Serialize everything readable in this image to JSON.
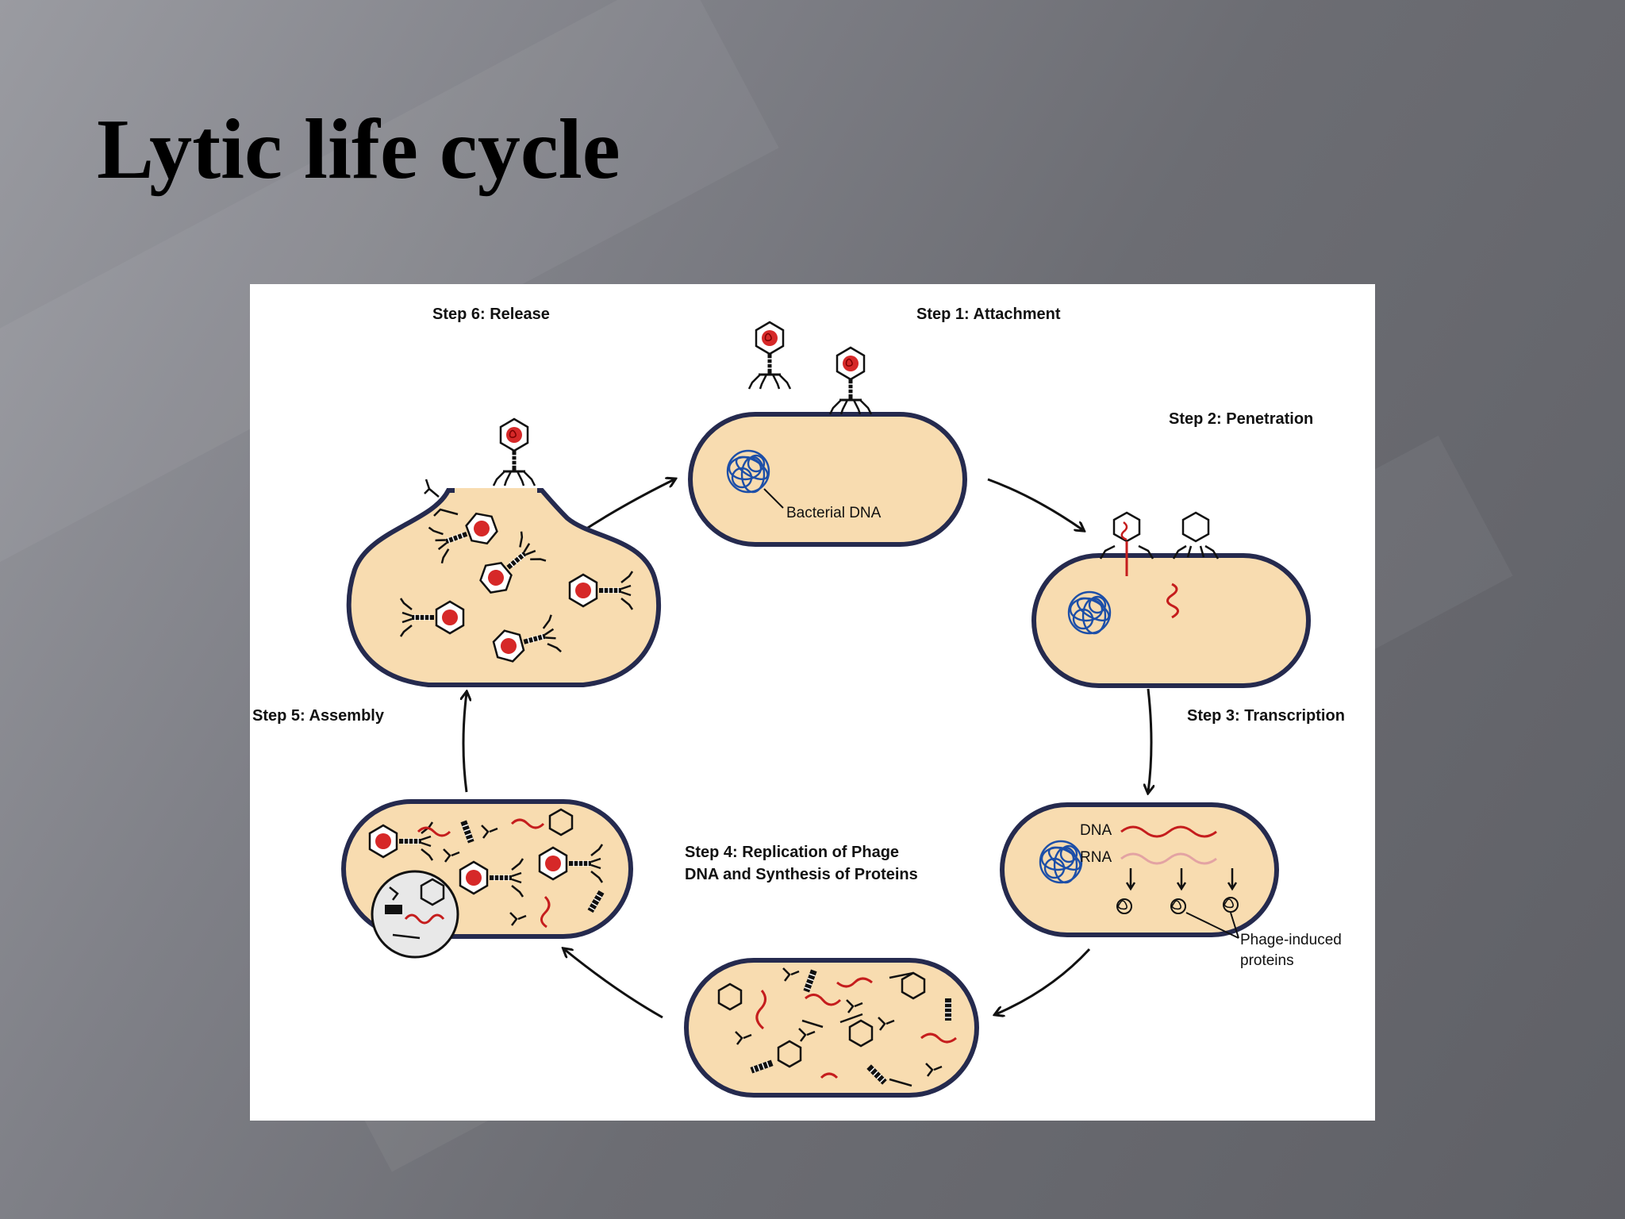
{
  "slide": {
    "title": "Lytic life cycle"
  },
  "diagram": {
    "steps": {
      "release": "Step 6: Release",
      "attachment": "Step 1: Attachment",
      "penetration": "Step 2: Penetration",
      "transcription": "Step 3: Transcription",
      "replication_line1": "Step 4: Replication of Phage",
      "replication_line2": "DNA and Synthesis of Proteins",
      "assembly": "Step 5: Assembly"
    },
    "labels": {
      "bacterial_dna": "Bacterial DNA",
      "dna": "DNA",
      "rna": "RNA",
      "phage_induced_line1": "Phage-induced",
      "phage_induced_line2": "proteins"
    },
    "colors": {
      "cytoplasm": "#f8dcb0",
      "membrane": "#252a4e",
      "bacterial_dna": "#1d4fa8",
      "phage_dna": "#c51d1d",
      "rna": "#e3a3a3",
      "phage_head": "#d62828"
    }
  }
}
